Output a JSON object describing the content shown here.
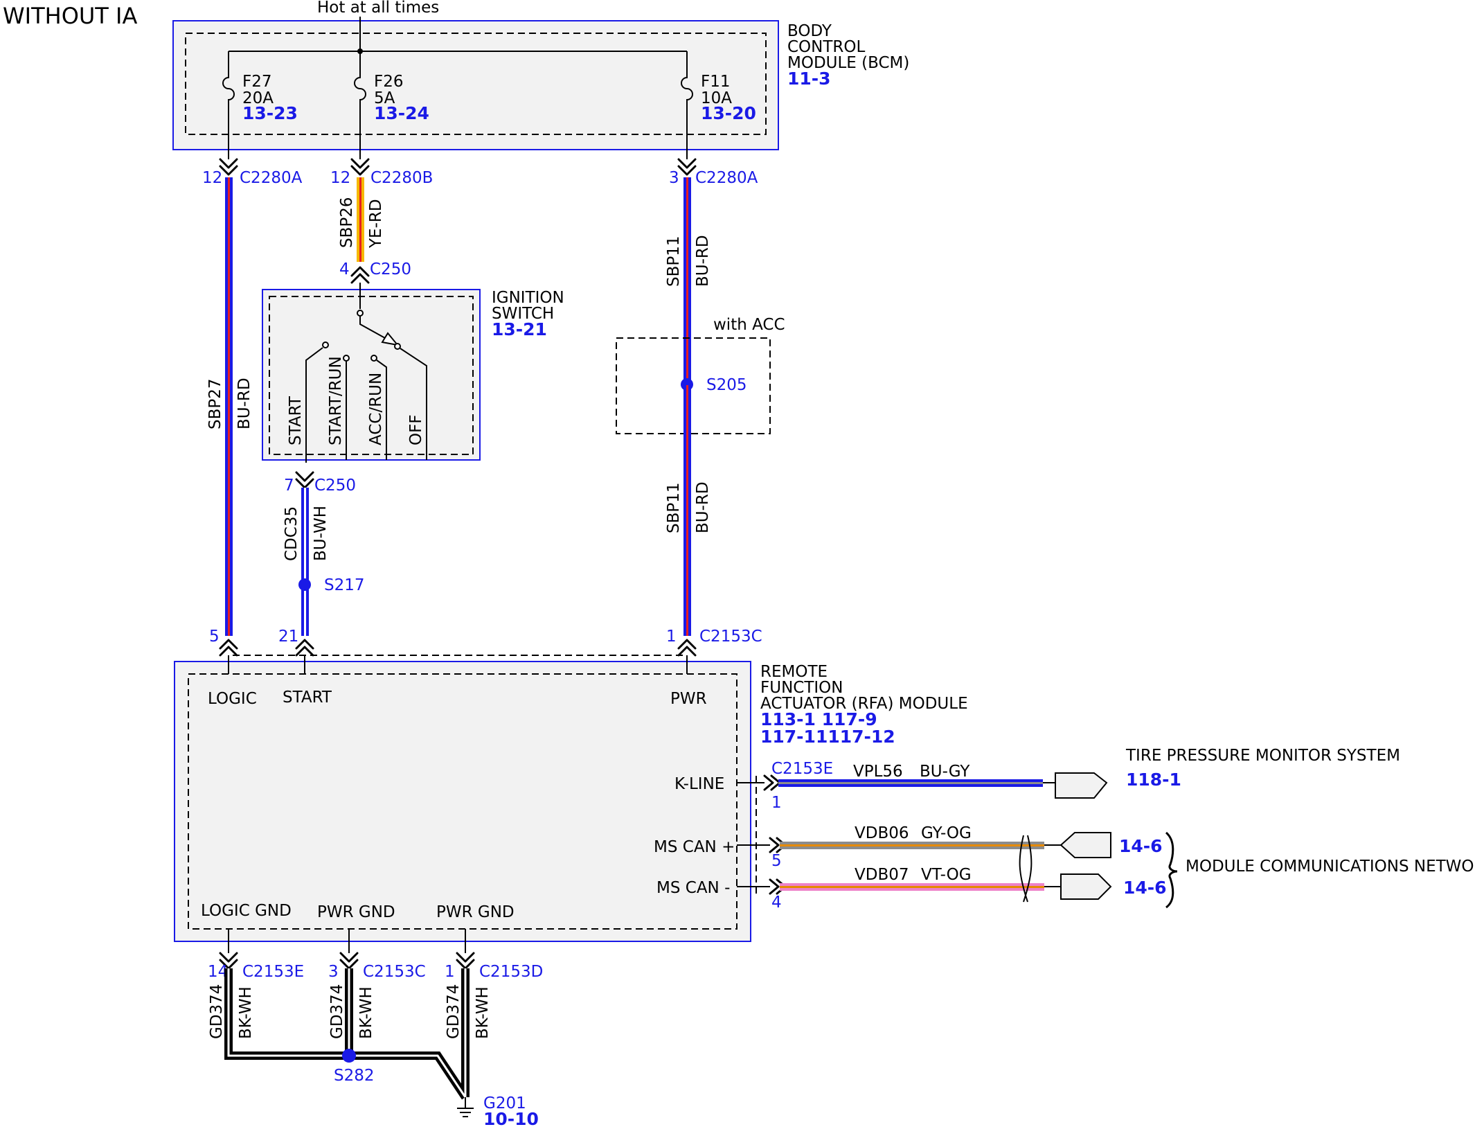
{
  "page": {
    "title": "WITHOUT IA",
    "feed_label": "Hot at all times"
  },
  "bcm": {
    "name_lines": [
      "BODY",
      "CONTROL",
      "MODULE (BCM)"
    ],
    "ref": "11-3",
    "fuses": [
      {
        "id": "F27",
        "rating": "20A",
        "ref": "13-23"
      },
      {
        "id": "F26",
        "rating": "5A",
        "ref": "13-24"
      },
      {
        "id": "F11",
        "rating": "10A",
        "ref": "13-20"
      }
    ]
  },
  "ignition_switch": {
    "name_lines": [
      "IGNITION",
      "SWITCH"
    ],
    "ref": "13-21",
    "positions": [
      "START",
      "START/RUN",
      "ACC/RUN",
      "OFF"
    ]
  },
  "rfa": {
    "name_lines": [
      "REMOTE",
      "FUNCTION",
      "ACTUATOR (RFA) MODULE"
    ],
    "ref_lines": [
      "113-1 117-9",
      "117-11117-12"
    ],
    "pins_top": [
      "LOGIC",
      "START",
      "PWR"
    ],
    "pins_right": [
      "K-LINE",
      "MS CAN +",
      "MS CAN -"
    ],
    "pins_bottom": [
      "LOGIC GND",
      "PWR GND",
      "PWR GND"
    ]
  },
  "acc_option": {
    "label": "with ACC",
    "splice": "S205"
  },
  "connectors": {
    "c1_pin": "12",
    "c1": "C2280A",
    "c2_pin": "12",
    "c2": "C2280B",
    "c3_pin": "3",
    "c3": "C2280A",
    "c4_pin": "4",
    "c4": "C250",
    "c5_pin": "7",
    "c5": "C250",
    "c6_pin": "5",
    "c7_pin": "21",
    "c8_pin": "1",
    "c8": "C2153C",
    "c9": "C2153E",
    "c9_pin": "1",
    "c10_pin": "5",
    "c11_pin": "4",
    "c12_pin": "14",
    "c12": "C2153E",
    "c13_pin": "3",
    "c13": "C2153C",
    "c14_pin": "1",
    "c14": "C2153D"
  },
  "wires": {
    "w1_circuit": "SBP27",
    "w1_color": "BU-RD",
    "w2_circuit": "SBP26",
    "w2_color": "YE-RD",
    "w3_circuit": "SBP11",
    "w3_color": "BU-RD",
    "w4_circuit": "SBP11",
    "w4_color": "BU-RD",
    "w5_circuit": "CDC35",
    "w5_color": "BU-WH",
    "w6_circuit": "VPL56",
    "w6_color": "BU-GY",
    "w7_circuit": "VDB06",
    "w7_color": "GY-OG",
    "w8_circuit": "VDB07",
    "w8_color": "VT-OG",
    "w9_circuit": "GD374",
    "w9_color": "BK-WH",
    "w10_circuit": "GD374",
    "w10_color": "BK-WH",
    "w11_circuit": "GD374",
    "w11_color": "BK-WH"
  },
  "splices": {
    "s217": "S217",
    "s282": "S282"
  },
  "ground": {
    "id": "G201",
    "ref": "10-10"
  },
  "tpms": {
    "name": "TIRE PRESSURE MONITOR SYSTEM",
    "ref": "118-1"
  },
  "network": {
    "name": "MODULE COMMUNICATIONS NETWORK",
    "ref_plus": "14-6",
    "ref_minus": "14-6"
  },
  "colors": {
    "module_fill": "#f2f2f2",
    "module_border": "#1a1ae6",
    "ref_blue": "#1a1ae6",
    "wire_bu_rd": [
      "#1a1ae6",
      "#e62020"
    ],
    "wire_ye_rd": [
      "#f5b800",
      "#e62020"
    ],
    "wire_bu_wh": [
      "#1a1ae6",
      "#ffffff"
    ],
    "wire_bu_gy": [
      "#1a1ae6",
      "#8c8c8c"
    ],
    "wire_gy_og": [
      "#8c8c8c",
      "#e68a00"
    ],
    "wire_vt_og": [
      "#ee82c8",
      "#e68a00"
    ],
    "wire_bk_wh": [
      "#000000",
      "#ffffff"
    ]
  }
}
